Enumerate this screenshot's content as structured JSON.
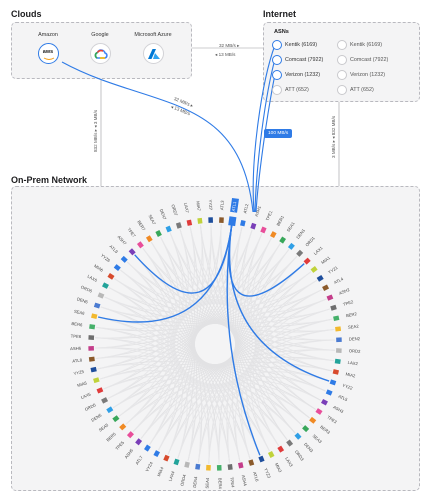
{
  "clouds": {
    "title": "Clouds",
    "providers": [
      {
        "name": "Amazon",
        "icon": "aws-icon",
        "icon_text": "aws",
        "selected": true
      },
      {
        "name": "Google",
        "icon": "google-cloud-icon",
        "selected": false
      },
      {
        "name": "Microsoft Azure",
        "icon": "azure-icon",
        "selected": false
      }
    ]
  },
  "internet": {
    "title": "Internet",
    "asns_title": "ASNs",
    "asns_left": [
      {
        "label": "Kentik (6169)",
        "selected": true
      },
      {
        "label": "Comcast (7922)",
        "selected": true
      },
      {
        "label": "Verizon (1232)",
        "selected": true
      },
      {
        "label": "ATT (652)",
        "selected": false
      }
    ],
    "asns_right": [
      {
        "label": "Kentik (6169)",
        "selected": false
      },
      {
        "label": "Comcast (7922)",
        "selected": false
      },
      {
        "label": "Verizon (1232)",
        "selected": false
      },
      {
        "label": "ATT (652)",
        "selected": false
      }
    ]
  },
  "onprem": {
    "title": "On-Prem Network"
  },
  "flows": {
    "clouds_internet_out": "32 MB/s ▸",
    "clouds_internet_in": "◂ 13 MB/s",
    "aws_onprem_out": "32 MB/s ▸",
    "aws_onprem_in": "◂ 13 MB/s",
    "clouds_onprem_vertical": "832 MB/s ▸  ◂ 3 MB/s",
    "internet_onprem_vertical": "3 MB/s ▸  ◂ 832 MB/s",
    "highlight": "100 MB/s"
  },
  "selected_node": "ATL1",
  "nodes": [
    "ATL1",
    "ATL2",
    "ASH1",
    "TPE1",
    "BER1",
    "SEA1",
    "DEN1",
    "ORD1",
    "LAX1",
    "MIA1",
    "YYZ1",
    "ATL4",
    "ASH2",
    "TPE2",
    "BER2",
    "SEA2",
    "DEN2",
    "ORD2",
    "LAX2",
    "MIA2",
    "YYZ2",
    "ATL5",
    "ASH3",
    "TPE3",
    "BER3",
    "SEA3",
    "DEN3",
    "ORD3",
    "LAX3",
    "MIA3",
    "YYZ3",
    "ATL6",
    "ASH4",
    "TPE4",
    "BER4",
    "SEA4",
    "DEN4",
    "ORD4",
    "LAX4",
    "MIA4",
    "YYZ4",
    "ATL7",
    "ASH5",
    "TPE5",
    "BER5",
    "SEA5",
    "DEN5",
    "ORD5",
    "LAX5",
    "MIA5",
    "YYZ5",
    "ATL8",
    "ASH6",
    "TPE6",
    "BER6",
    "SEA6",
    "DEN6",
    "ORD6",
    "LAX6",
    "MIA6",
    "YYZ6",
    "ATL9",
    "ASH7",
    "TPE7",
    "BER7",
    "SEA7",
    "DEN7",
    "ORD7",
    "LAX7",
    "MIA7",
    "YYZ7",
    "ATL3"
  ],
  "node_colors": [
    "#2f7be6",
    "#2f7be6",
    "#7a3fb8",
    "#e84e9a",
    "#f08a24",
    "#38a75a",
    "#2f9fe6",
    "#7a7a7a",
    "#e03b3b",
    "#c0d23a",
    "#1e4e9c",
    "#8b5a2b",
    "#c43d8a",
    "#6e6e6e",
    "#45b06a",
    "#f2b92e",
    "#4b7bd1",
    "#b8b8b8",
    "#22a39a",
    "#d74a2d"
  ],
  "highlighted_links": [
    8,
    20,
    30,
    55,
    62
  ]
}
